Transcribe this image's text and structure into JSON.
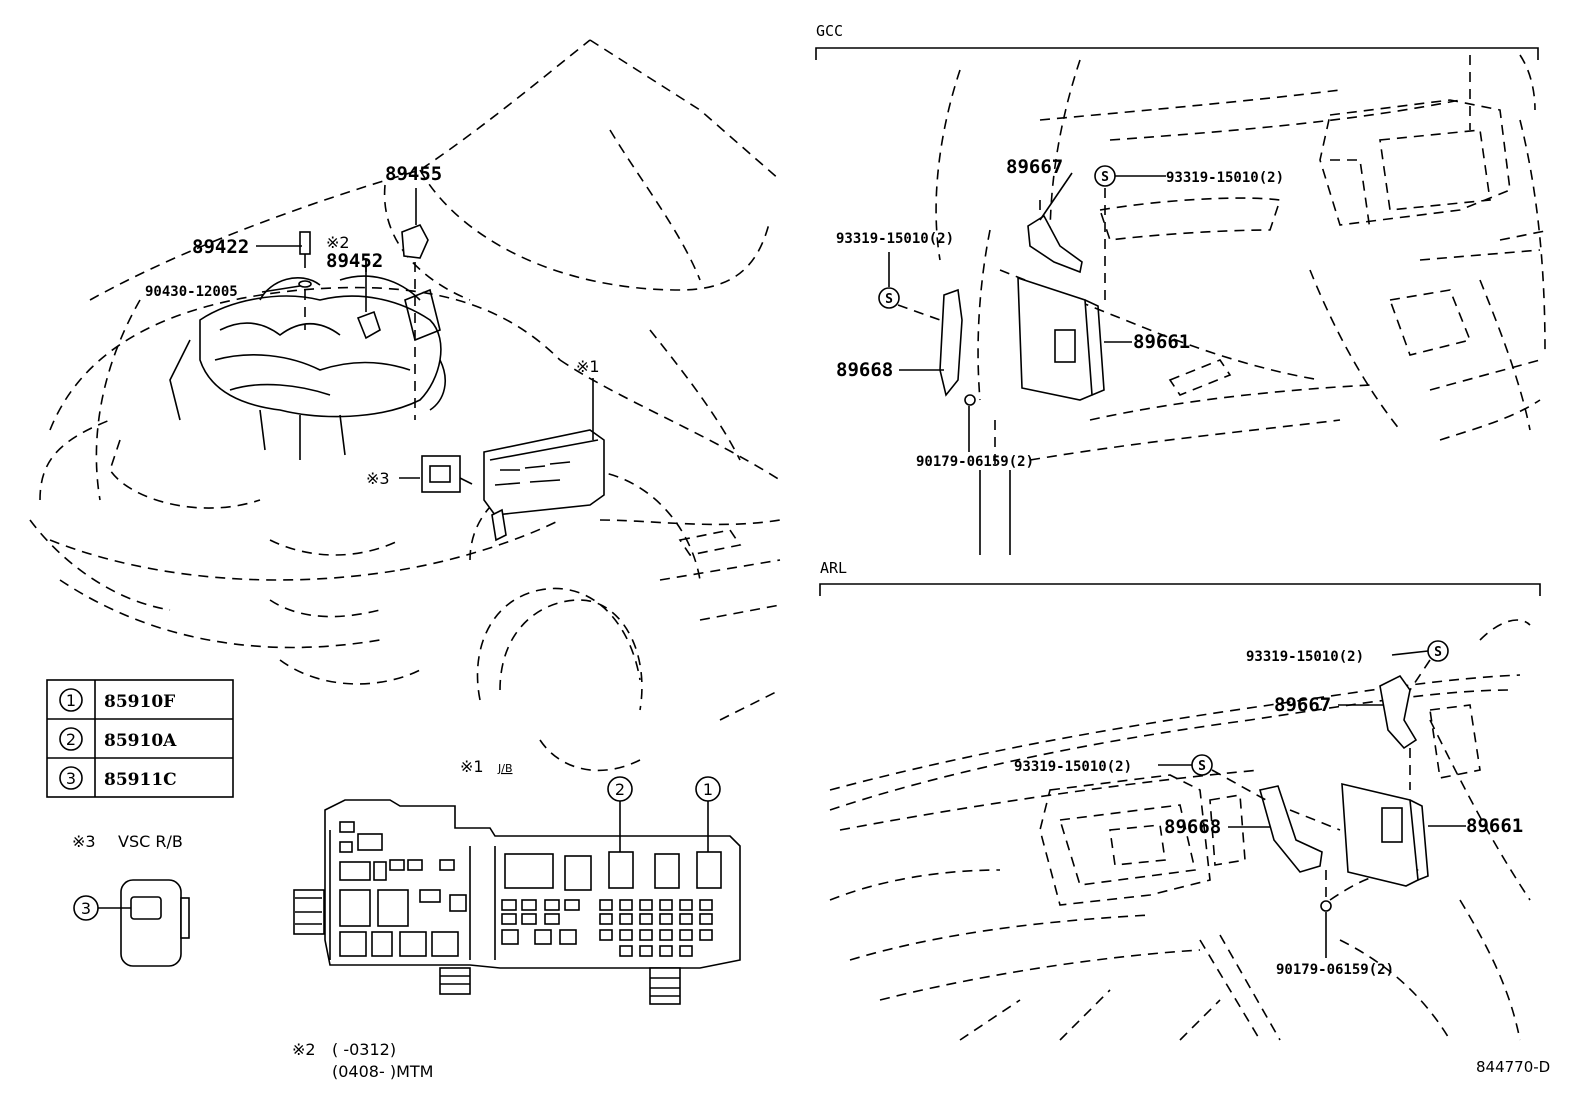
{
  "labels": {
    "p89455": "89455",
    "p89422": "89422",
    "p89452": "89452",
    "p90430": "90430-12005",
    "note2": "※2",
    "note1": "※1",
    "note3": "※3",
    "gcc_89667": "89667",
    "gcc_93319a": "93319-15010(2)",
    "gcc_93319b": "93319-15010(2)",
    "gcc_89661": "89661",
    "gcc_89668": "89668",
    "gcc_90179": "90179-06159(2)",
    "arl_93319a": "93319-15010(2)",
    "arl_89667": "89667",
    "arl_93319b": "93319-15010(2)",
    "arl_89668": "89668",
    "arl_89661": "89661",
    "arl_90179": "90179-06159(2)",
    "fig_no": "844770-D"
  },
  "sections": {
    "gcc": "GCC",
    "arl": "ARL"
  },
  "legend_table": [
    {
      "key": "1",
      "part": "85910F"
    },
    {
      "key": "2",
      "part": "85910A"
    },
    {
      "key": "3",
      "part": "85911C"
    }
  ],
  "notes": {
    "jb_mark": "※1",
    "jb_text": "J/B",
    "vsc_mark": "※3",
    "vsc_text": "VSC R/B",
    "vsc_key": "3",
    "jb_key1": "1",
    "jb_key2": "2",
    "sym_s": "S",
    "date_mark": "※2",
    "date_line1": "(      -0312)",
    "date_line2": "(0408-      )MTM"
  }
}
